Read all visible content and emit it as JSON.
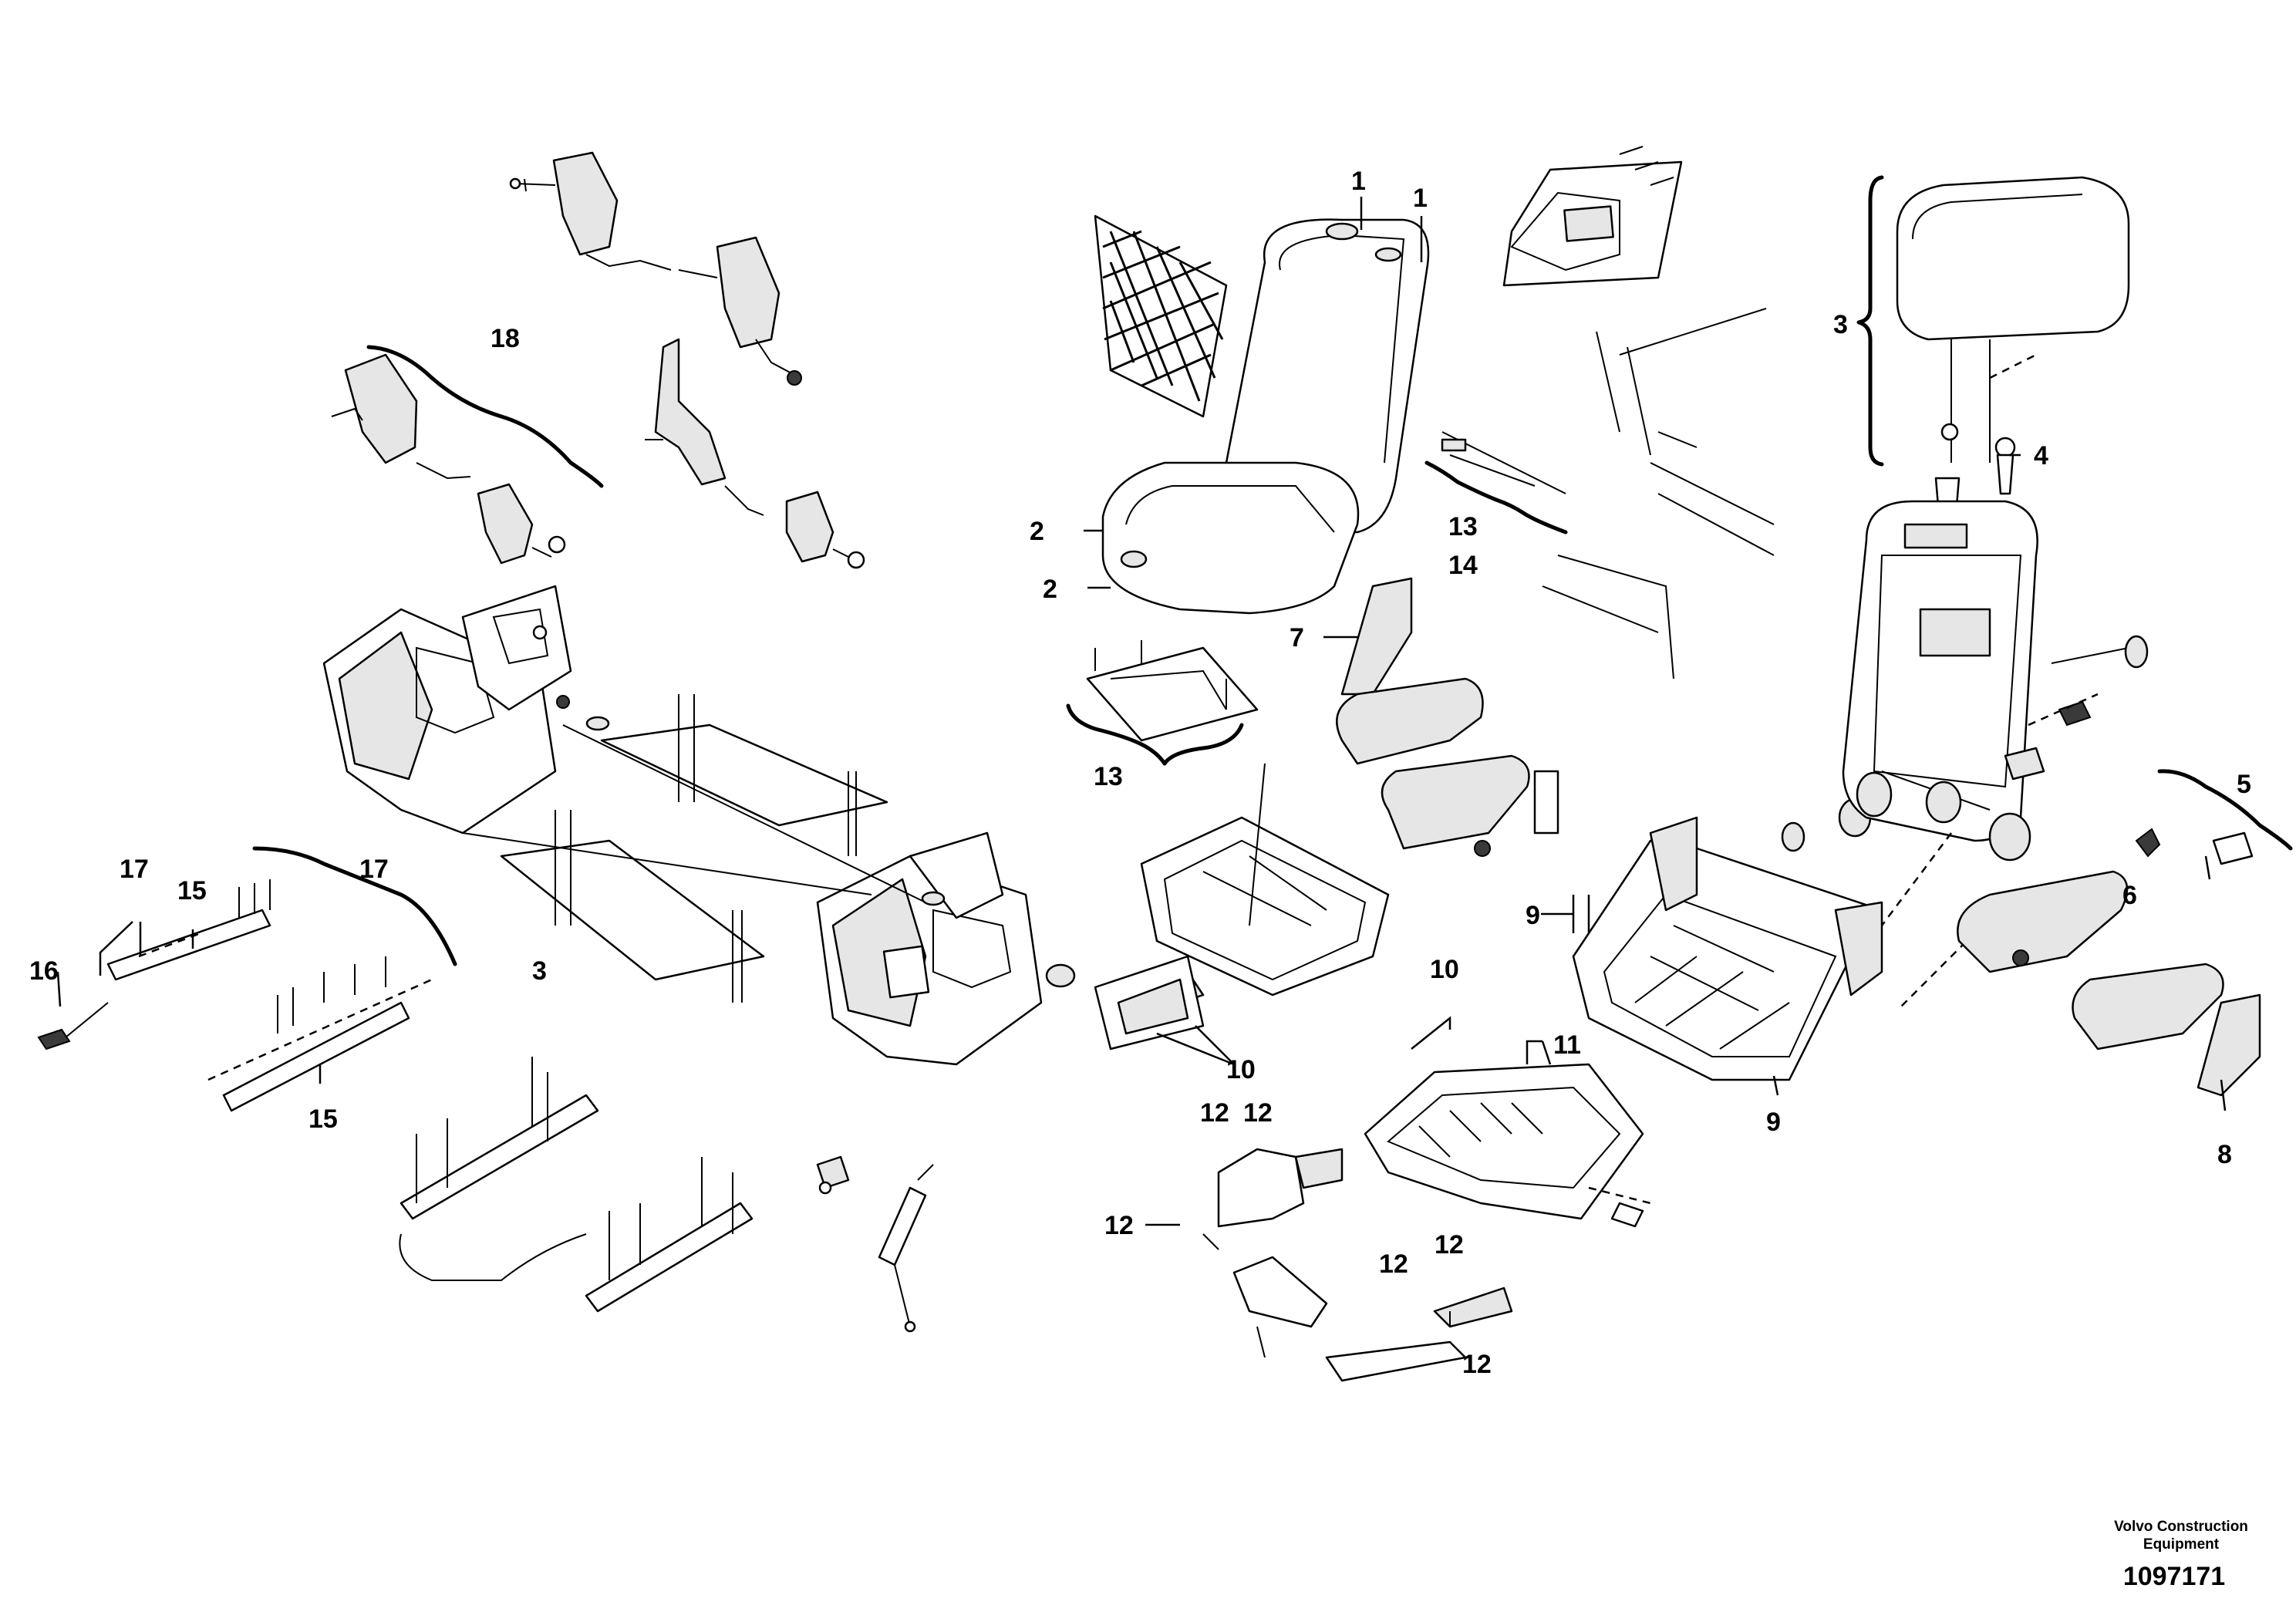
{
  "callouts": {
    "c1a": "1",
    "c1b": "1",
    "c2a": "2",
    "c2b": "2",
    "c3a": "3",
    "c3b": "3",
    "c4": "4",
    "c5": "5",
    "c6": "6",
    "c7": "7",
    "c8": "8",
    "c9a": "9",
    "c9b": "9",
    "c10a": "10",
    "c10b": "10",
    "c11": "11",
    "c12a": "12",
    "c12b": "12",
    "c12c": "12",
    "c12d": "12",
    "c12e": "12",
    "c12f": "12",
    "c13a": "13",
    "c13b": "13",
    "c14": "14",
    "c15a": "15",
    "c15b": "15",
    "c16": "16",
    "c17a": "17",
    "c17b": "17",
    "c18": "18"
  },
  "publisher": {
    "line1": "Volvo Construction",
    "line2": "Equipment"
  },
  "document_number": "1097171"
}
